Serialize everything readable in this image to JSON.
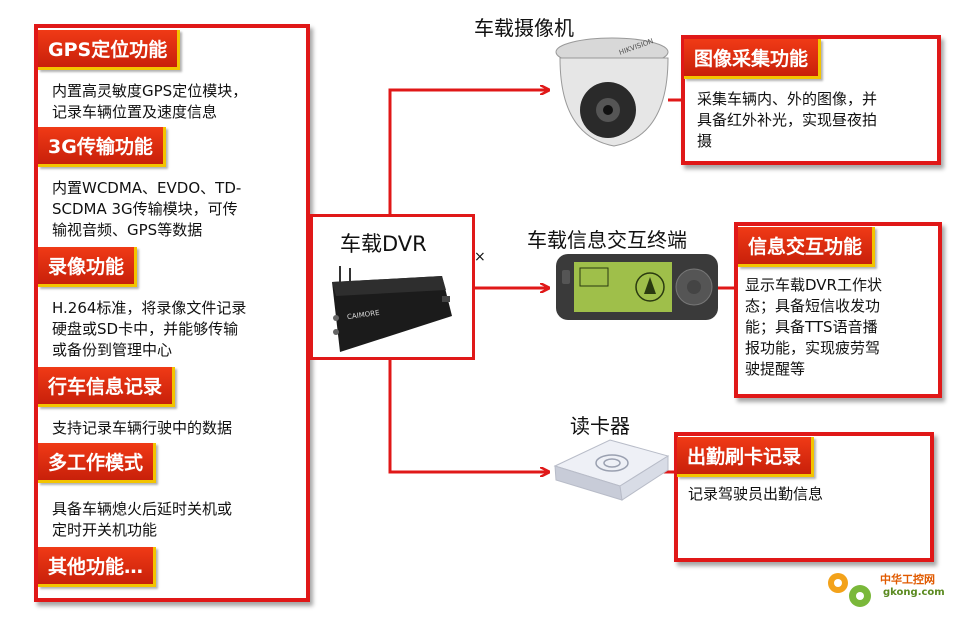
{
  "left_panel": {
    "features": [
      {
        "title": "GPS定位功能",
        "lines": [
          "内置高灵敏度GPS定位模块，",
          "记录车辆位置及速度信息"
        ]
      },
      {
        "title": "3G传输功能",
        "lines": [
          "内置WCDMA、EVDO、TD-",
          "SCDMA 3G传输模块，可传",
          "输视音频、GPS等数据"
        ]
      },
      {
        "title": "录像功能",
        "lines": [
          "H.264标准，将录像文件记录",
          "硬盘或SD卡中，并能够传输",
          "或备份到管理中心"
        ]
      },
      {
        "title": "行车信息记录",
        "lines": [
          "支持记录车辆行驶中的数据"
        ]
      },
      {
        "title": "多工作模式",
        "lines": [
          "具备车辆熄火后延时关机或",
          "定时开关机功能"
        ]
      },
      {
        "title": "其他功能…",
        "lines": []
      }
    ]
  },
  "center": {
    "title": "车载DVR",
    "device_brand": "CAIMORE",
    "marker": "×"
  },
  "camera": {
    "title": "车载摄像机",
    "feature": {
      "title": "图像采集功能",
      "lines": [
        "采集车辆内、外的图像，并",
        "具备红外补光，实现昼夜拍",
        "摄"
      ]
    }
  },
  "terminal": {
    "title": "车载信息交互终端",
    "feature": {
      "title": "信息交互功能",
      "lines": [
        "显示车载DVR工作状",
        "态；具备短信收发功",
        "能；具备TTS语音播",
        "报功能，实现疲劳驾",
        "驶提醒等"
      ]
    }
  },
  "reader": {
    "title": "读卡器",
    "feature": {
      "title": "出勤刷卡记录",
      "lines": [
        "记录驾驶员出勤信息"
      ]
    }
  },
  "watermark": {
    "line1": "中华工控网",
    "line2": "gkong.com"
  },
  "colors": {
    "border": "#e01818",
    "tag_bg": "#d8250c",
    "tag_edge": "#f3c400",
    "arrow": "#e01818"
  }
}
